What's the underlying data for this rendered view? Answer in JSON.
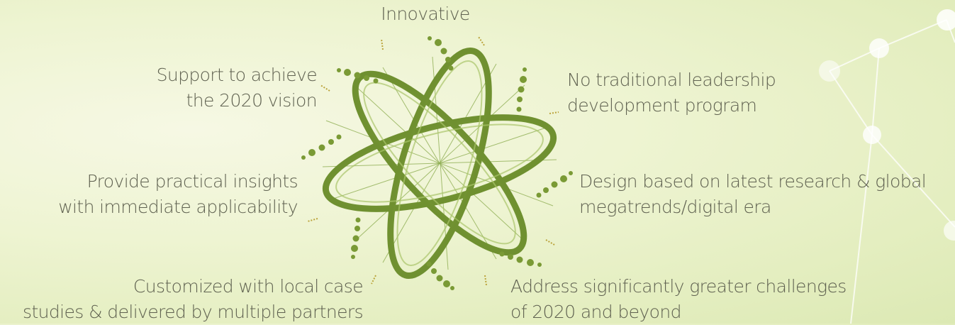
{
  "diagram": {
    "center": "",
    "points": {
      "top": {
        "line1": "Innovative"
      },
      "upper_left": {
        "line1": "Support to achieve",
        "line2": "the 2020 vision"
      },
      "upper_right": {
        "line1": "No traditional leadership",
        "line2": "development program"
      },
      "middle_left": {
        "line1": "Provide practical insights",
        "line2": "with immediate applicability"
      },
      "middle_right": {
        "line1": "Design based on latest research & global",
        "line2": "megatrends/digital era"
      },
      "lower_left": {
        "line1": "Customized with local case",
        "line2": "studies & delivered by multiple partners"
      },
      "lower_right": {
        "line1": "Address significantly greater challenges",
        "line2": "of 2020 and beyond"
      }
    },
    "colors": {
      "accent": "#7a9a35",
      "text": "#5f6150",
      "background": "#eef4d2"
    }
  }
}
